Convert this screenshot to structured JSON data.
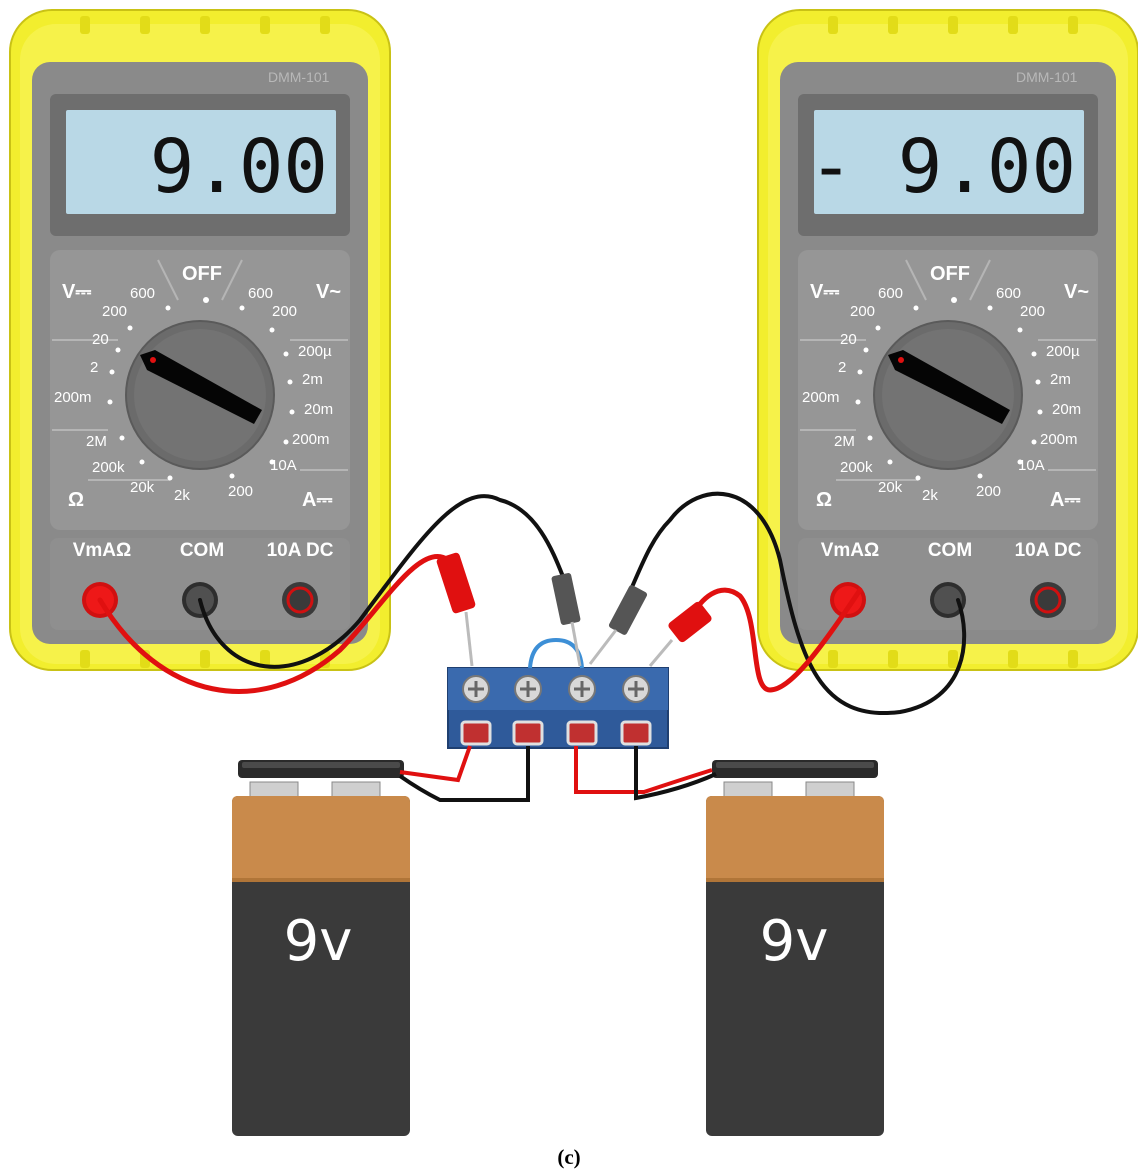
{
  "caption": "(c)",
  "meters": [
    {
      "model": "DMM-101",
      "reading": "9.00",
      "off_label": "OFF",
      "dc_volts_label": "V⎓",
      "ac_volts_label": "V~",
      "ohm_label": "Ω",
      "dc_amps_label": "A⎓",
      "dcv_ranges": [
        "600",
        "200",
        "20",
        "2",
        "200m"
      ],
      "acv_ranges": [
        "600",
        "200"
      ],
      "amp_ranges": [
        "200µ",
        "2m",
        "20m",
        "200m",
        "10A"
      ],
      "ohm_ranges": [
        "200",
        "2k",
        "20k",
        "200k",
        "2M"
      ],
      "jacks": [
        "VmAΩ",
        "COM",
        "10A DC"
      ]
    },
    {
      "model": "DMM-101",
      "reading": "- 9.00",
      "off_label": "OFF",
      "dc_volts_label": "V⎓",
      "ac_volts_label": "V~",
      "ohm_label": "Ω",
      "dc_amps_label": "A⎓",
      "dcv_ranges": [
        "600",
        "200",
        "20",
        "2",
        "200m"
      ],
      "acv_ranges": [
        "600",
        "200"
      ],
      "amp_ranges": [
        "200µ",
        "2m",
        "20m",
        "200m",
        "10A"
      ],
      "ohm_ranges": [
        "200",
        "2k",
        "20k",
        "200k",
        "2M"
      ],
      "jacks": [
        "VmAΩ",
        "COM",
        "10A DC"
      ]
    }
  ],
  "batteries": [
    {
      "label": "9v"
    },
    {
      "label": "9v"
    }
  ],
  "colors": {
    "meter_case": "#f2ee2e",
    "meter_face": "#8a8a8a",
    "lcd": "#b9d8e6",
    "probe_red": "#e01010",
    "probe_black": "#111111",
    "terminal_block": "#2f5a9a",
    "battery_top": "#c98a4b",
    "battery_body": "#3a3a3a"
  }
}
